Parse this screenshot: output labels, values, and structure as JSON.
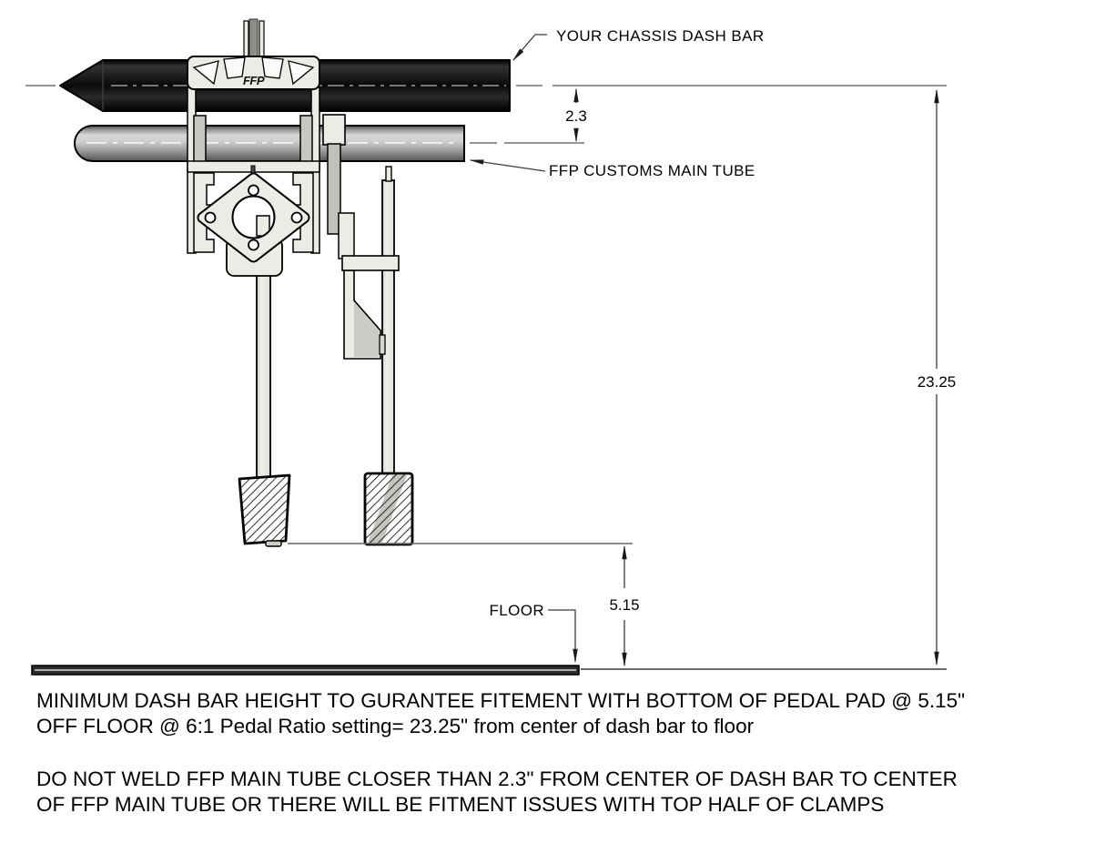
{
  "labels": {
    "chassis_dash_bar": "YOUR CHASSIS DASH BAR",
    "main_tube": "FFP CUSTOMS MAIN TUBE",
    "floor": "FLOOR"
  },
  "logo_text": "FFP",
  "dimensions": {
    "dash_bar_to_main_tube": "2.3",
    "pad_to_floor": "5.15",
    "dash_bar_to_floor": "23.25"
  },
  "notes": [
    {
      "line1": "MINIMUM DASH BAR HEIGHT TO GURANTEE FITEMENT WITH BOTTOM OF PEDAL PAD @ 5.15\"",
      "line2": "OFF FLOOR @ 6:1 Pedal Ratio setting= 23.25\" from center of dash bar to floor"
    },
    {
      "line1": "DO NOT WELD FFP MAIN TUBE CLOSER THAN 2.3\" FROM CENTER OF DASH BAR TO CENTER",
      "line2": "OF FFP MAIN TUBE OR THERE WILL BE FITMENT ISSUES WITH TOP HALF OF CLAMPS"
    }
  ],
  "colors": {
    "background": "#ffffff",
    "outline": "#000000",
    "dash_bar": "#141414",
    "main_tube_light": "#d8d8d8",
    "main_tube_dark": "#5a5a5a",
    "part_fill": "#edebe6",
    "part_shade": "#c9c7c1",
    "dim_line": "#3c3c3c"
  }
}
